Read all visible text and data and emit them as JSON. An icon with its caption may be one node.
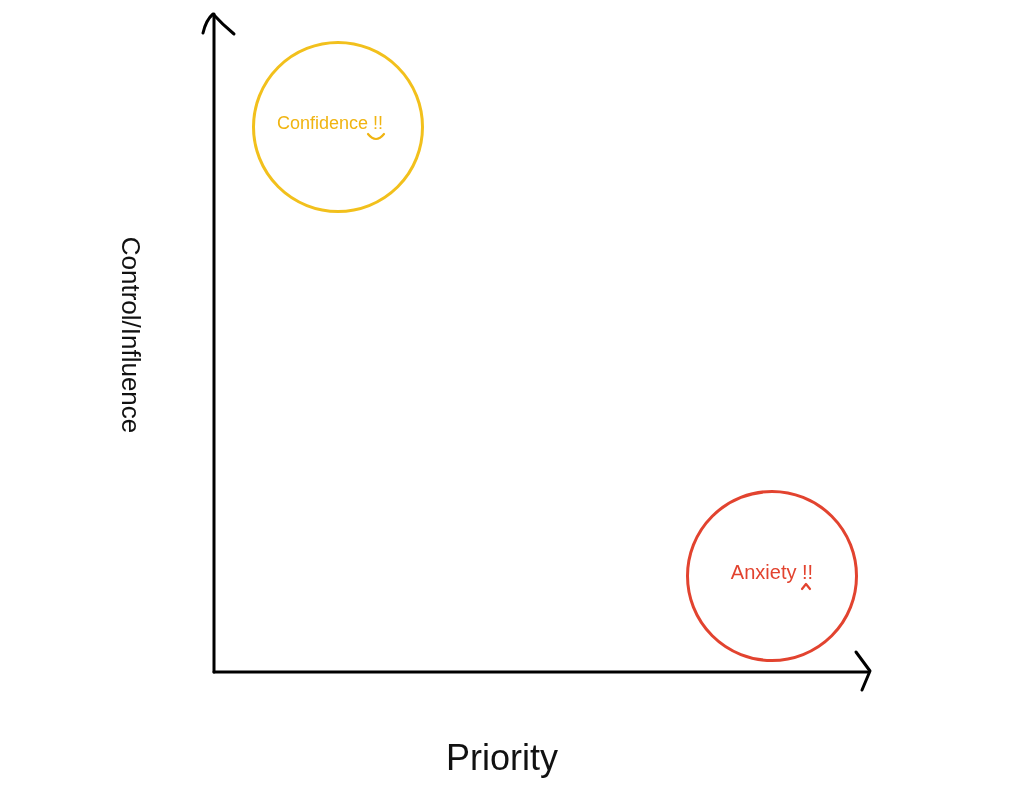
{
  "diagram": {
    "nodes": [
      {
        "text": [
          "Confidence !!"
        ]
      },
      {
        "text": [
          "Anxiety !!"
        ]
      }
    ],
    "labels": [
      "Control/Influence",
      "Priority"
    ]
  }
}
